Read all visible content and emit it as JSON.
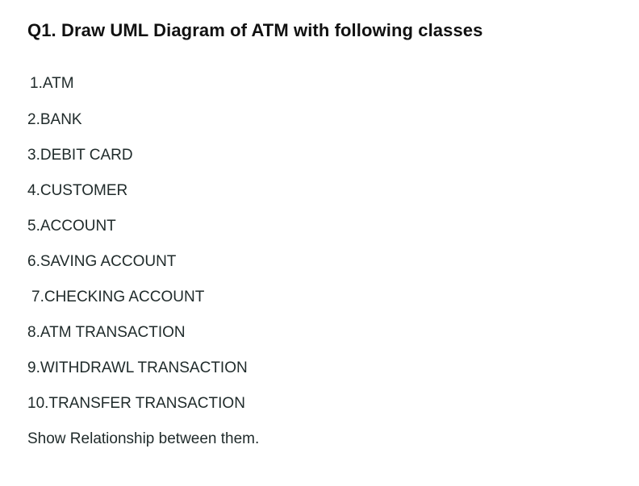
{
  "document": {
    "title": "Q1. Draw UML Diagram of ATM with following classes",
    "items": [
      "1.ATM",
      "2.BANK",
      "3.DEBIT CARD",
      "4.CUSTOMER",
      "5.ACCOUNT",
      "6.SAVING ACCOUNT",
      "7.CHECKING ACCOUNT",
      "8.ATM TRANSACTION",
      "9.WITHDRAWL TRANSACTION",
      "10.TRANSFER TRANSACTION"
    ],
    "footer": "Show Relationship between them."
  }
}
